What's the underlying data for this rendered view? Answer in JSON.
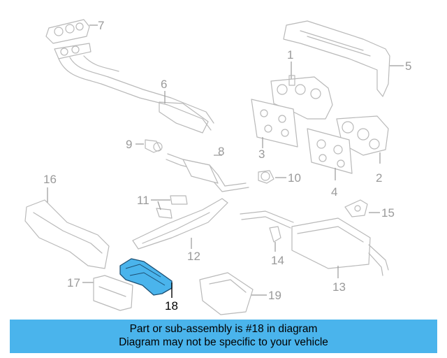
{
  "diagram": {
    "callouts": {
      "c1": "1",
      "c2": "2",
      "c3": "3",
      "c4": "4",
      "c5": "5",
      "c6": "6",
      "c7": "7",
      "c8": "8",
      "c9": "9",
      "c10": "10",
      "c11": "11",
      "c12": "12",
      "c13": "13",
      "c14": "14",
      "c15": "15",
      "c16": "16",
      "c17": "17",
      "c18": "18",
      "c19": "19"
    },
    "highlighted_part": "18",
    "colors": {
      "highlight_fill": "#4ab4ec",
      "line": "#b9b9b9",
      "label": "#9a9a9a"
    }
  },
  "banner": {
    "line1": "Part or sub-assembly is #18 in diagram",
    "line2": "Diagram may not be specific to your vehicle",
    "background": "#4ab4ec"
  }
}
